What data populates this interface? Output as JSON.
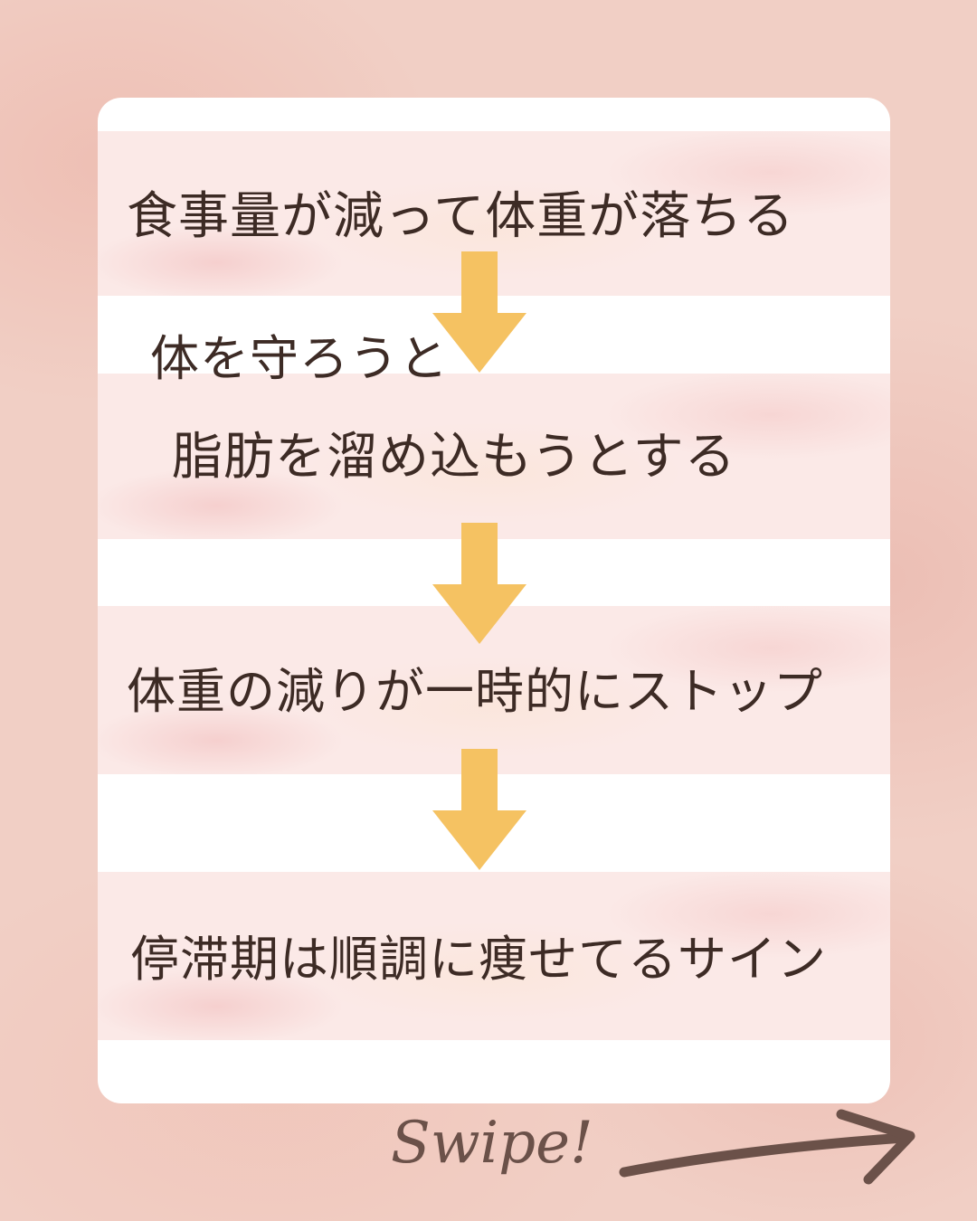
{
  "steps": {
    "step1": "食事量が減って体重が落ちる",
    "step2_line1": "体を守ろうと",
    "step2_line2": "脂肪を溜め込もうとする",
    "step3": "体重の減りが一時的にストップ",
    "step4": "停滞期は順調に痩せてるサイン"
  },
  "footer": {
    "swipe_label": "Swipe!"
  },
  "icons": {
    "flow_arrow": "arrow-down-icon",
    "swipe_arrow": "arrow-right-icon"
  },
  "colors": {
    "background": "#f1cfc5",
    "card": "#ffffff",
    "band": "#fbe9e7",
    "text": "#3d2b25",
    "arrow": "#f5c262",
    "swipe": "#6b5149"
  }
}
